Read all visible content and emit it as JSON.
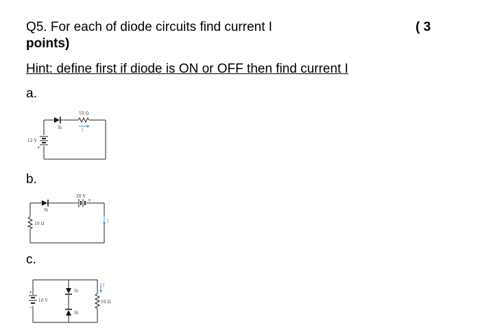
{
  "question": {
    "title": "Q5. For each of diode circuits find current I",
    "points_label": "points)",
    "marks": "( 3"
  },
  "hint": "Hint: define first if diode is ON or OFF then find current I",
  "parts": [
    {
      "label": "a.",
      "source": "12 V",
      "diode_material": "Si",
      "resistor": "10 Ω",
      "current_symbol": "I",
      "plus_sign": "+"
    },
    {
      "label": "b.",
      "source": "20 V",
      "diode_material": "Si",
      "resistor": "10 Ω",
      "current_symbol": "I",
      "plus_sign": "+",
      "minus_sign": "−"
    },
    {
      "label": "c.",
      "source": "10 V",
      "diode_top_material": "Si",
      "diode_bottom_material": "Si",
      "resistor": "10 Ω",
      "current_symbol": "I",
      "plus_sign": "+",
      "minus_sign": "−"
    }
  ],
  "colors": {
    "text": "#000000",
    "wire": "#222222",
    "arrow": "#3a8fd8"
  }
}
